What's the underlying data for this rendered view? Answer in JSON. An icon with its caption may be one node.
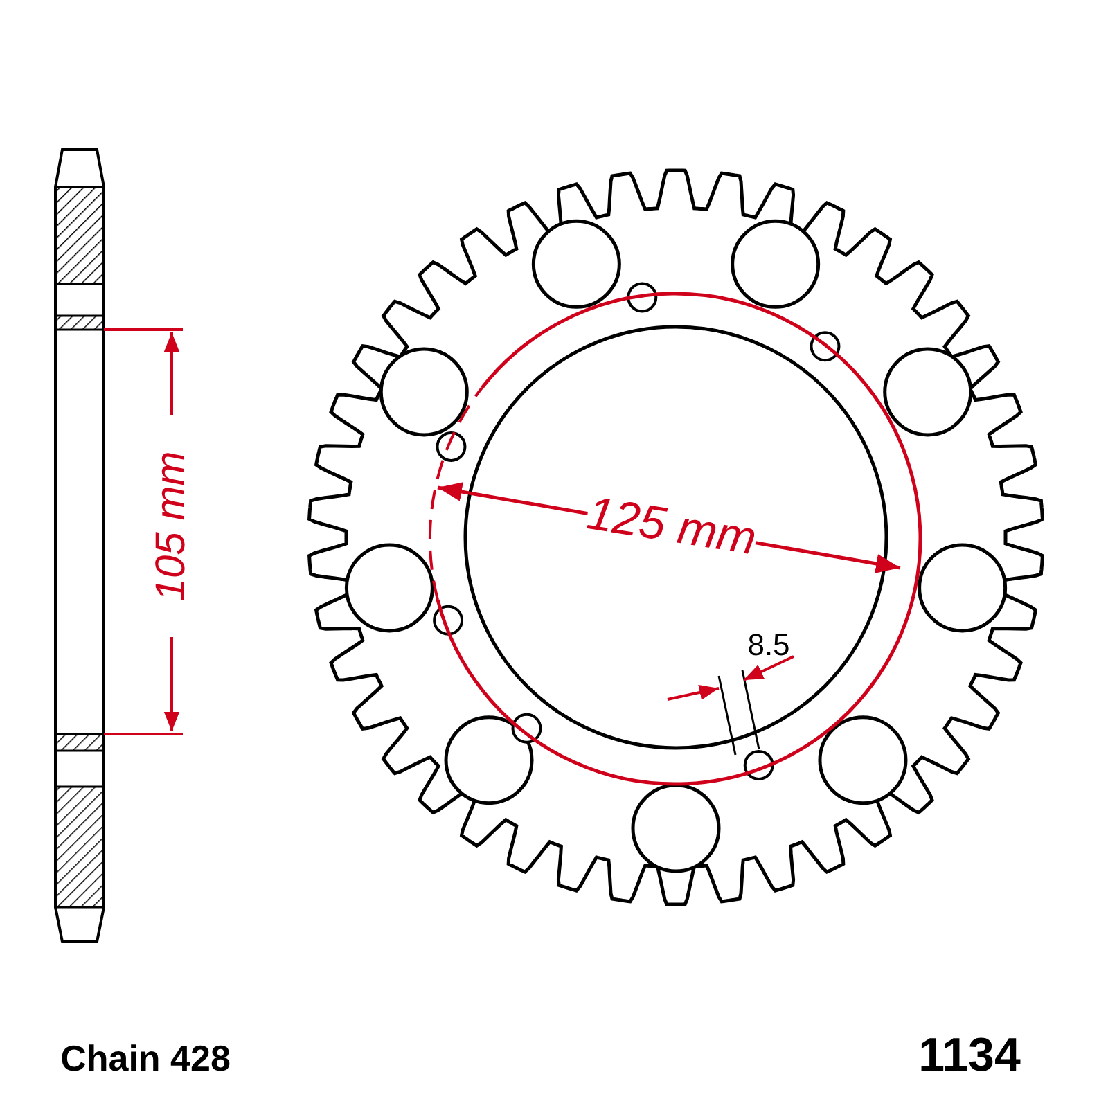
{
  "diagram": {
    "labels": [
      "105 mm",
      "125 mm",
      "8.5",
      "Chain 428",
      "1134"
    ]
  }
}
